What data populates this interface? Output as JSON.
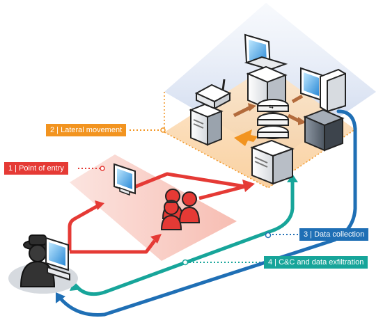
{
  "labels": [
    {
      "id": "entry",
      "text": "1 | Point of entry"
    },
    {
      "id": "lateral",
      "text": "2 | Lateral movement"
    },
    {
      "id": "collect",
      "text": "3 | Data collection"
    },
    {
      "id": "cnc",
      "text": "4 | C&C and data exfiltration"
    }
  ],
  "colors": {
    "entry": "#e53a35",
    "lateral": "#f29420",
    "collect": "#1f6fb5",
    "cnc": "#17a59a",
    "top_plane": "#b9c8e6",
    "mid_plane": "#fbd9b0",
    "entry_plane": "#f9c9c1"
  },
  "icons": [
    "attacker-icon",
    "computer-icon",
    "user-group-icon",
    "server-icon",
    "router-icon",
    "laptop-icon",
    "database-icon",
    "workstation-icon"
  ]
}
